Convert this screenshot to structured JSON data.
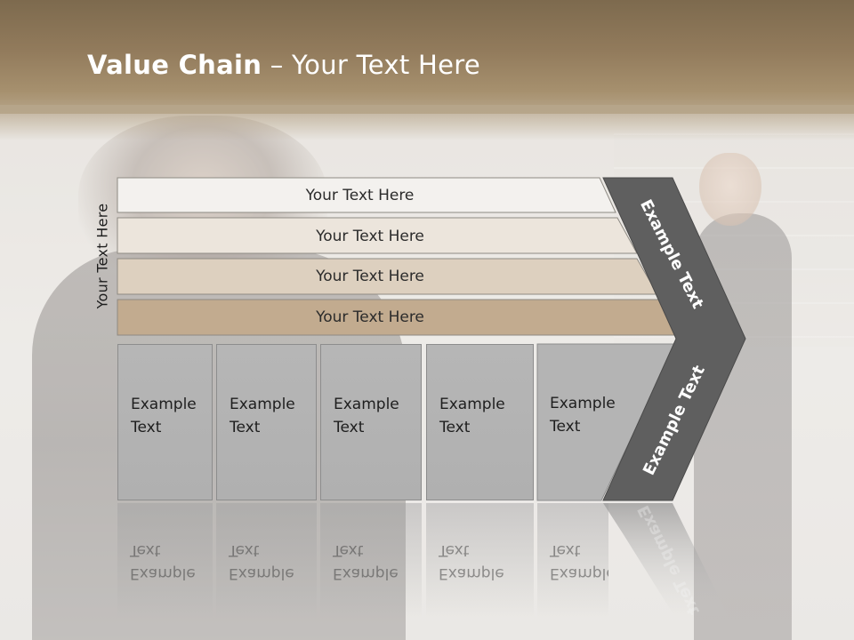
{
  "slide": {
    "title_bold": "Value Chain",
    "title_rest": " – Your Text Here",
    "side_label": "Your Text Here",
    "rows": [
      {
        "label": "Your Text Here",
        "fill": "#f3f1ee"
      },
      {
        "label": "Your Text Here",
        "fill": "#ece5dc"
      },
      {
        "label": "Your Text Here",
        "fill": "#ddd0bf"
      },
      {
        "label": "Your Text Here",
        "fill": "#c2ab8f"
      }
    ],
    "boxes": [
      {
        "line1": "Example",
        "line2": "Text"
      },
      {
        "line1": "Example",
        "line2": "Text"
      },
      {
        "line1": "Example",
        "line2": "Text"
      },
      {
        "line1": "Example",
        "line2": "Text"
      },
      {
        "line1": "Example",
        "line2": "Text"
      }
    ],
    "chevron_top_label": "Example Text",
    "chevron_bottom_label": "Example Text",
    "chevron_color": "#5f5f5f"
  }
}
